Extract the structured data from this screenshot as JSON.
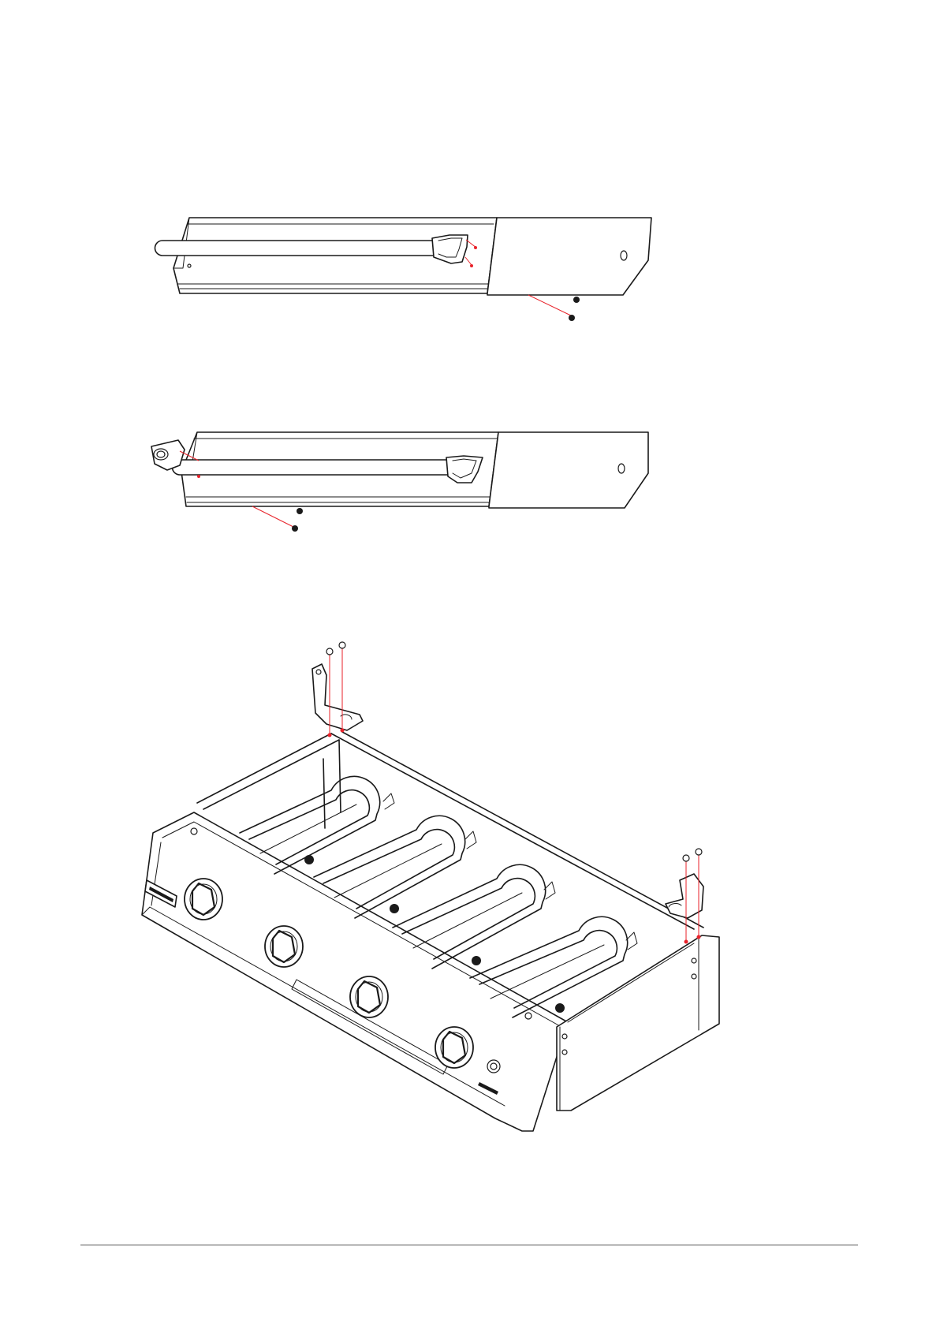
{
  "diagram": {
    "panels": [
      "side-shelf-with-handle",
      "side-shelf-with-handle-bracket",
      "burner-box-with-brackets"
    ],
    "colors": {
      "line": "#1a1a1a",
      "fastener_guide": "#e8222a",
      "background": "#ffffff",
      "rule": "#555555"
    },
    "icons": [
      "screw-icon",
      "handle-bracket-icon",
      "control-knob-icon",
      "igniter-button-icon"
    ],
    "burner_count": 4,
    "knob_count": 4
  }
}
